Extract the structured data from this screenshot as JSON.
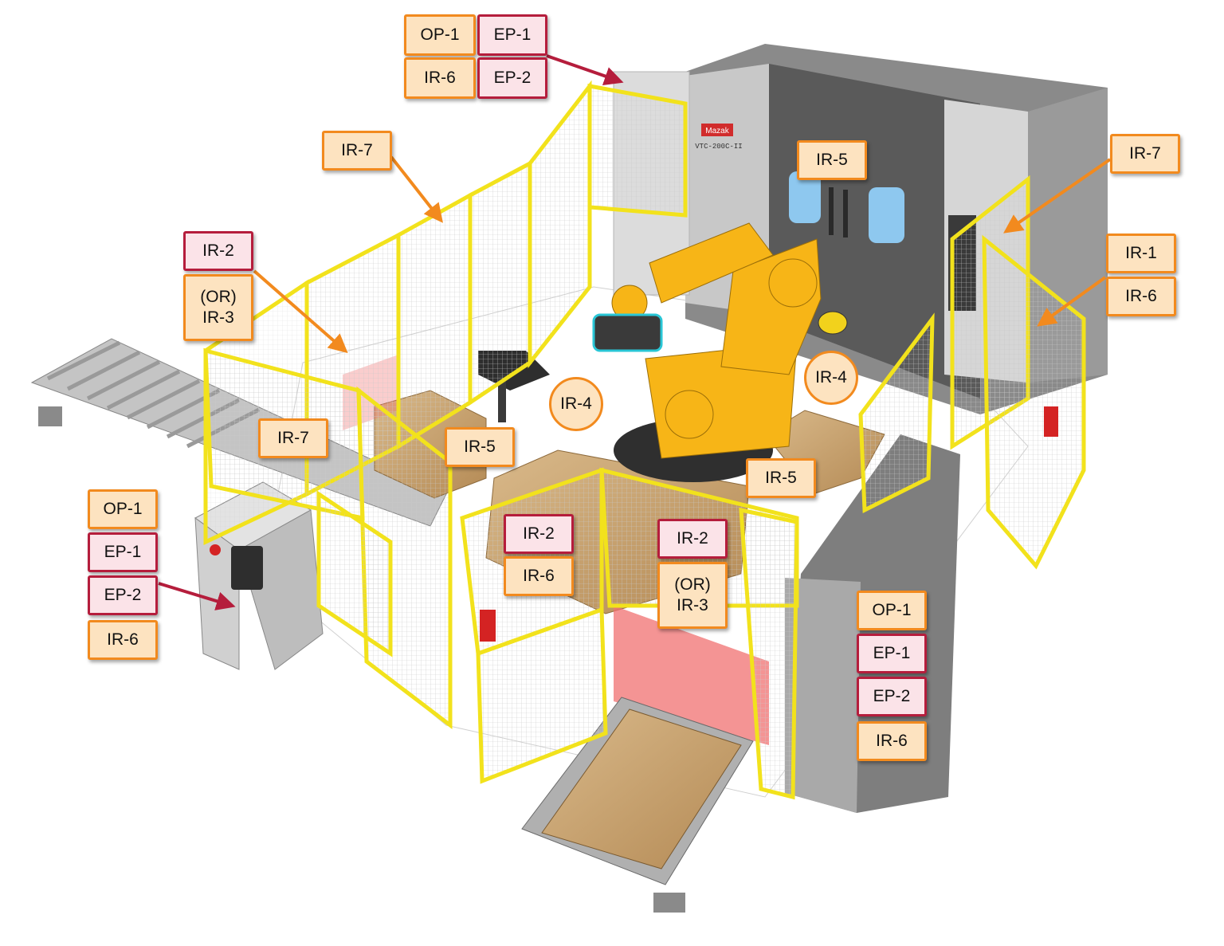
{
  "tags": {
    "top_op1": "OP-1",
    "top_ep1": "EP-1",
    "top_ir6": "IR-6",
    "top_ep2": "EP-2",
    "ir7_left_fence": "IR-7",
    "ir7_right_door": "IR-7",
    "ir7_conveyor": "IR-7",
    "ir5_machine": "IR-5",
    "ir5_left_pallet": "IR-5",
    "ir5_right_pallet": "IR-5",
    "ir2_left": "IR-2",
    "or_ir3_left": "(OR)\nIR-3",
    "ir1_right": "IR-1",
    "ir6_right": "IR-6",
    "ir4_left": "IR-4",
    "ir4_right": "IR-4",
    "ctrl_op1": "OP-1",
    "ctrl_ep1": "EP-1",
    "ctrl_ep2": "EP-2",
    "ctrl_ir6": "IR-6",
    "door_ir2": "IR-2",
    "door_ir6": "IR-6",
    "station_ir2": "IR-2",
    "station_or_ir3": "(OR)\nIR-3",
    "cab_op1": "OP-1",
    "cab_ep1": "EP-1",
    "cab_ep2": "EP-2",
    "cab_ir6": "IR-6"
  },
  "machine_badge": "Mazak",
  "machine_model": "VTC-200C-II",
  "colors": {
    "fence": "#f2e21c",
    "robot": "#f7b517",
    "ir_border": "#f28a1e",
    "ir_fill": "#fde3c0",
    "ep_border": "#b51d3c",
    "ep_fill": "#fbe3e8",
    "hazard_zone": "#f07070"
  }
}
